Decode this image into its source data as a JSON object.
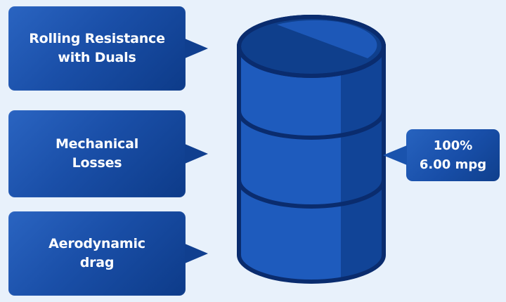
{
  "callouts": [
    {
      "line1": "Rolling Resistance",
      "line2": "with Duals"
    },
    {
      "line1": "Mechanical",
      "line2": "Losses"
    },
    {
      "line1": "Aerodynamic",
      "line2": "drag"
    }
  ],
  "output": {
    "percent": "100%",
    "efficiency": "6.00 mpg"
  },
  "colors": {
    "background": "#e8f1fb",
    "callout": "#1a4fa8",
    "barrel_body": "#1e5bbd",
    "barrel_shadow": "#114497",
    "barrel_outline": "#0a2c6e"
  }
}
